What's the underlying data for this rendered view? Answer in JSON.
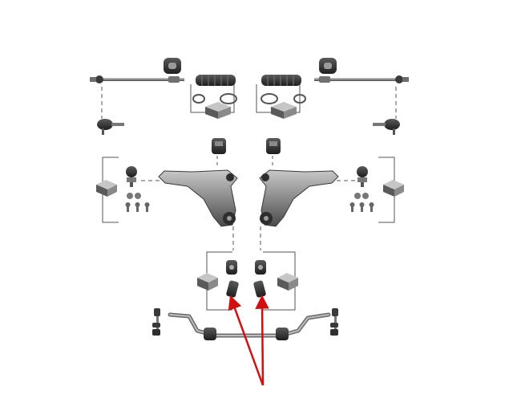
{
  "colors": {
    "background": "#ffffff",
    "part_dark": "#2e2e2e",
    "part_mid": "#6b6b6b",
    "part_light": "#b9b9b9",
    "bracket_line": "#555555",
    "arrow": "#d01010"
  },
  "parts": [
    "tie-rod",
    "tie-rod-end",
    "steering-rack-boot",
    "clamp",
    "rubber-mount",
    "control-arm",
    "ball-joint",
    "control-arm-bushing",
    "bolt",
    "stabilizer-link",
    "anti-roll-bar",
    "anti-roll-bar-bushing"
  ],
  "callouts": [
    {
      "target": "left-control-arm-bushing"
    },
    {
      "target": "right-control-arm-bushing"
    }
  ]
}
